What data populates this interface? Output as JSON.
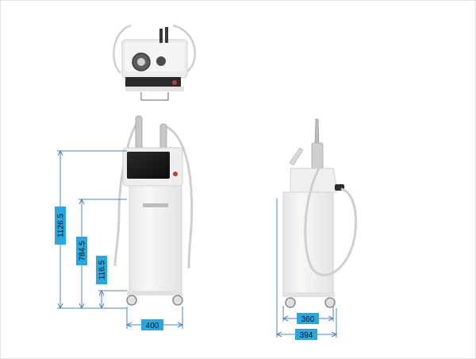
{
  "colors": {
    "dimension_line": "#4f83c4",
    "label_fill": "#29a7e0",
    "label_text": "#111111",
    "device_body": "#f1f1f1",
    "device_shadow": "#d9d9d9",
    "screen": "#1d1d1d",
    "cable": "#cfcfcf"
  },
  "dimensions": {
    "height_total": "1126.5",
    "height_panel": "784.5",
    "height_base": "116.5",
    "width_front": "400",
    "depth_body": "360",
    "depth_total": "394"
  }
}
